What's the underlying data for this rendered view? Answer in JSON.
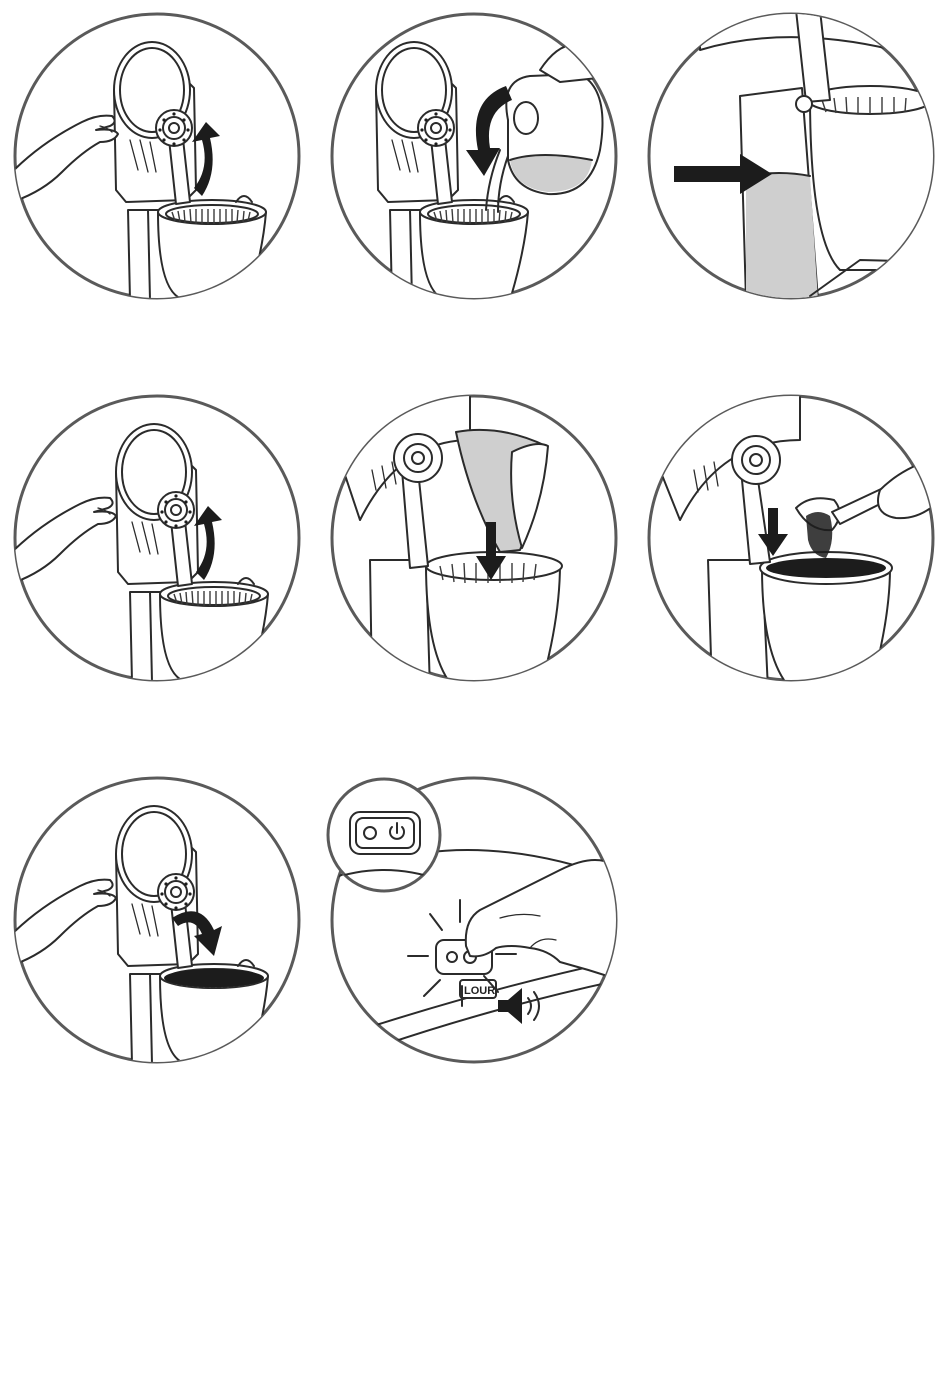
{
  "panels": [
    {
      "id": "step-1",
      "button_text": ""
    },
    {
      "id": "step-2",
      "button_text": ""
    },
    {
      "id": "step-3",
      "button_text": ""
    },
    {
      "id": "step-4",
      "button_text": ""
    },
    {
      "id": "step-5",
      "button_text": ""
    },
    {
      "id": "step-6",
      "button_text": ""
    },
    {
      "id": "step-7",
      "button_text": ""
    },
    {
      "id": "step-8",
      "button_text": "LOUR"
    }
  ],
  "colors": {
    "outline": "#2b2b2b",
    "frame": "#5a5a5a",
    "water": "#cfcfcf",
    "coffee": "#1c1c1c"
  },
  "icons": [
    "hand-icon",
    "arrow-icon",
    "power-icon",
    "speaker-icon",
    "sound-wave-icon"
  ]
}
